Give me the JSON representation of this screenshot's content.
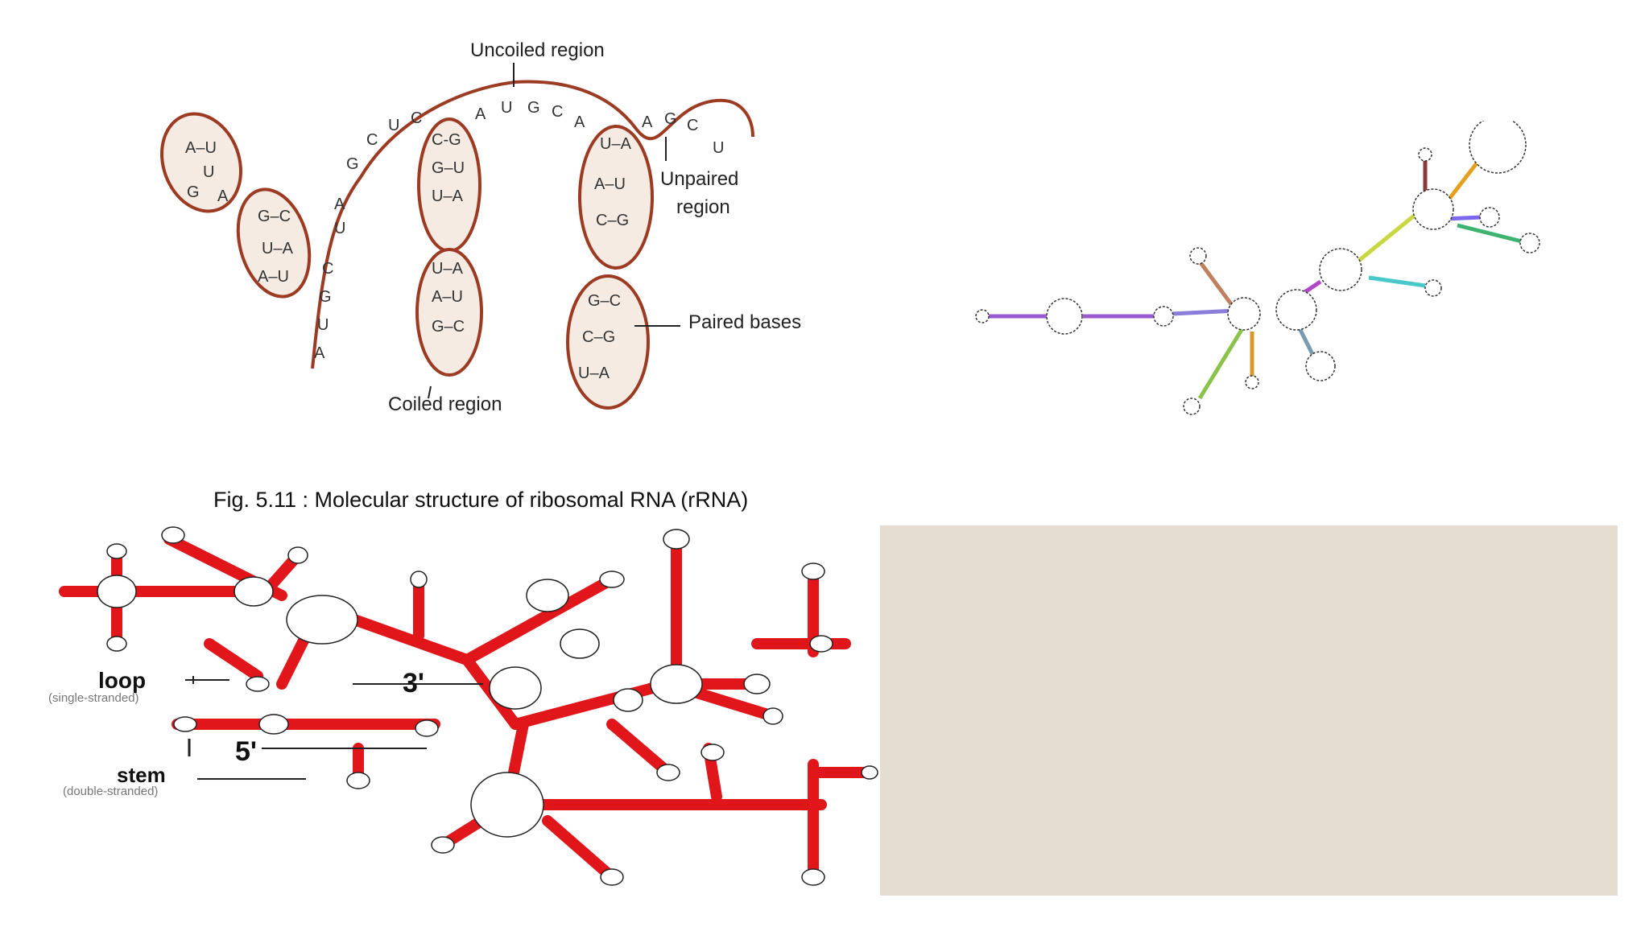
{
  "rrna_figure": {
    "label_uncoiled": "Uncoiled region",
    "label_unpaired": "Unpaired",
    "label_unpaired2": "region",
    "label_paired": "Paired bases",
    "label_coiled": "Coiled region",
    "caption": "Fig. 5.11 : Molecular structure of ribosomal RNA (rRNA)",
    "bases_top": [
      "G",
      "C",
      "U",
      "C",
      "A",
      "U",
      "G",
      "C",
      "A",
      "A",
      "G",
      "C",
      "U"
    ],
    "bases_left": [
      "A",
      "U",
      "C",
      "G",
      "U",
      "A"
    ],
    "loop1_pairs": [
      "A–U",
      "U",
      "G",
      "A"
    ],
    "loop2_pairs": [
      "G–C",
      "U–A",
      "A–U"
    ],
    "mid_upper_pairs": [
      "C-G",
      "G–U",
      "U–A"
    ],
    "mid_lower_pairs": [
      "U–A",
      "A–U",
      "G–C"
    ],
    "right_upper_pairs": [
      "U–A",
      "A–U",
      "C–G"
    ],
    "right_lower_pairs": [
      "G–C",
      "C–G",
      "U–A"
    ]
  },
  "secondary_structure": {
    "label_loop": "loop",
    "label_loop_sub": "(single-stranded)",
    "label_stem": "stem",
    "label_stem_sub": "(double-stranded)",
    "label_3prime": "3'",
    "label_5prime": "5'",
    "stem_color": "#e0161b"
  },
  "colors": {
    "beige_panel": "#e4ddd0",
    "strand": "#9c3a22",
    "loop_fill": "#f6ebe3"
  }
}
